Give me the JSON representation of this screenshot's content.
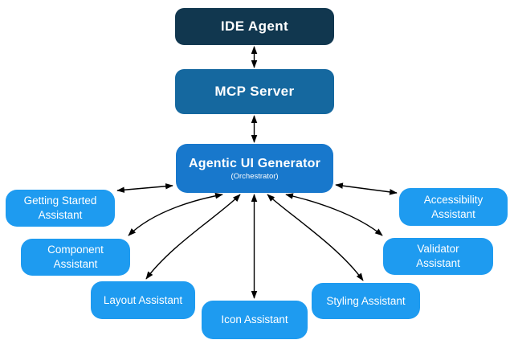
{
  "diagram": {
    "nodes": {
      "ide_agent": {
        "label": "IDE Agent"
      },
      "mcp_server": {
        "label": "MCP Server"
      },
      "orchestrator": {
        "label": "Agentic UI Generator",
        "sublabel": "(Orchestrator)"
      },
      "getting_started": {
        "label": "Getting Started\nAssistant"
      },
      "component": {
        "label": "Component\nAssistant"
      },
      "layout": {
        "label": "Layout Assistant"
      },
      "icon": {
        "label": "Icon Assistant"
      },
      "styling": {
        "label": "Styling Assistant"
      },
      "validator": {
        "label": "Validator\nAssistant"
      },
      "accessibility": {
        "label": "Accessibility\nAssistant"
      }
    },
    "edges": [
      {
        "from": "ide_agent",
        "to": "mcp_server",
        "bidirectional": true
      },
      {
        "from": "mcp_server",
        "to": "orchestrator",
        "bidirectional": true
      },
      {
        "from": "orchestrator",
        "to": "getting_started",
        "bidirectional": true
      },
      {
        "from": "orchestrator",
        "to": "accessibility",
        "bidirectional": true
      },
      {
        "from": "orchestrator",
        "to": "component",
        "bidirectional": true
      },
      {
        "from": "orchestrator",
        "to": "layout",
        "bidirectional": true
      },
      {
        "from": "orchestrator",
        "to": "icon",
        "bidirectional": true
      },
      {
        "from": "orchestrator",
        "to": "styling",
        "bidirectional": true
      },
      {
        "from": "orchestrator",
        "to": "validator",
        "bidirectional": true
      }
    ],
    "colors": {
      "ide_agent_bg": "#11374f",
      "mcp_server_bg": "#15689f",
      "orchestrator_bg": "#1878cc",
      "assistant_bg": "#1e9bf0",
      "text": "#ffffff",
      "arrow": "#000000",
      "background": "#ffffff"
    }
  }
}
